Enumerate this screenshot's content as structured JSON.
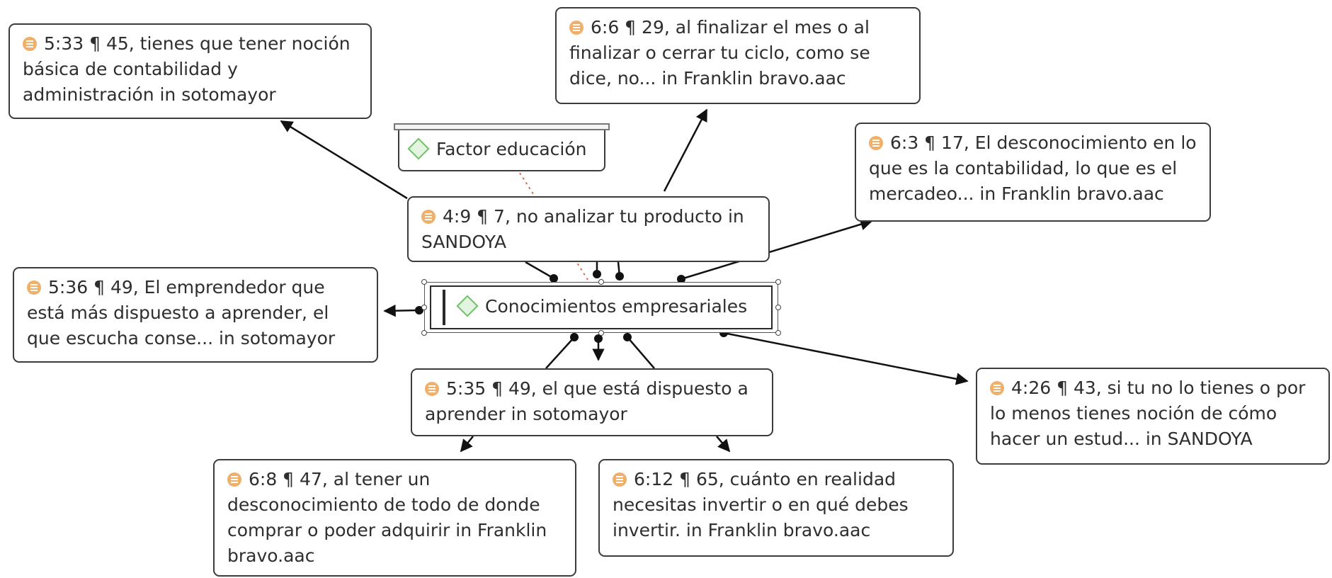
{
  "diagram": {
    "center": {
      "label": "Conocimientos empresariales",
      "icon": "code-diamond-icon"
    },
    "factor": {
      "label": "Factor educación",
      "icon": "code-diamond-icon"
    },
    "quotes": [
      {
        "id": "q1",
        "ref": "5:33 ¶ 45,",
        "text": "tienes que tener noción básica de contabilidad y administración in sotomayor",
        "icon": "quotation-icon"
      },
      {
        "id": "q2",
        "ref": "6:6 ¶ 29,",
        "text": "al finalizar el mes o al finalizar o cerrar tu ciclo, como se dice, no... in Franklin bravo.aac",
        "icon": "quotation-icon"
      },
      {
        "id": "q3",
        "ref": "6:3 ¶ 17,",
        "text": "El desconocimiento en lo que es la contabilidad, lo que es el mercadeo... in Franklin bravo.aac",
        "icon": "quotation-icon"
      },
      {
        "id": "q4",
        "ref": "4:9 ¶ 7,",
        "text": "no analizar tu producto in SANDOYA",
        "icon": "quotation-icon"
      },
      {
        "id": "q5",
        "ref": "5:36 ¶ 49,",
        "text": "El emprendedor que está más dispuesto a aprender, el que escucha conse... in sotomayor",
        "icon": "quotation-icon"
      },
      {
        "id": "q6",
        "ref": "5:35 ¶ 49,",
        "text": "el que está dispuesto a aprender in sotomayor",
        "icon": "quotation-icon"
      },
      {
        "id": "q7",
        "ref": "4:26 ¶ 43,",
        "text": "si tu no lo tienes o por lo menos tienes noción de cómo hacer un estud... in SANDOYA",
        "icon": "quotation-icon"
      },
      {
        "id": "q8",
        "ref": "6:8 ¶ 47,",
        "text": "al tener un desconocimiento de todo de donde comprar o poder adquirir in Franklin bravo.aac",
        "icon": "quotation-icon"
      },
      {
        "id": "q9",
        "ref": "6:12 ¶ 65,",
        "text": "cuánto en realidad necesitas invertir o en qué debes invertir. in Franklin bravo.aac",
        "icon": "quotation-icon"
      }
    ]
  }
}
